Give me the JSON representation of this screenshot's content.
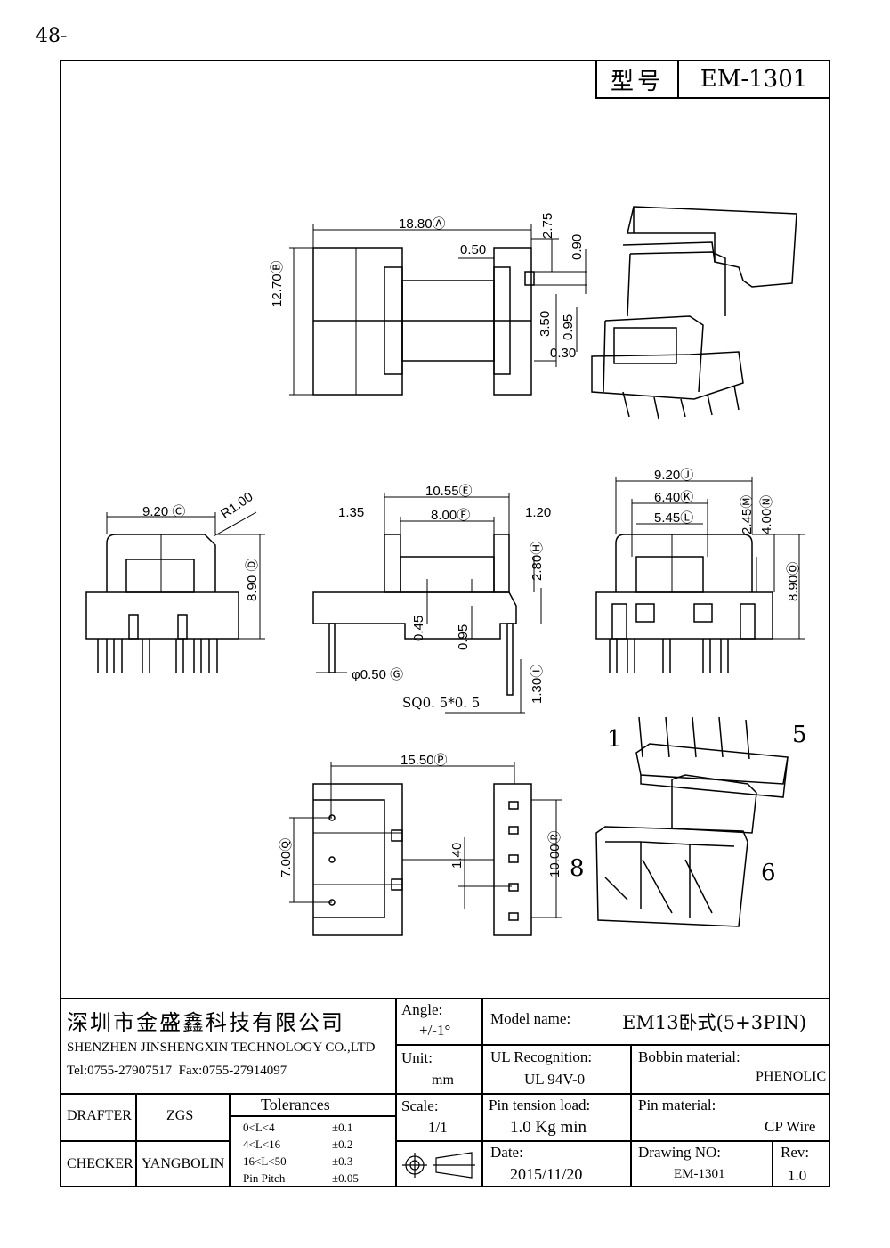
{
  "page_number": "48-",
  "header": {
    "model_label": "型号",
    "model_value": "EM-1301"
  },
  "dims": {
    "a": "18.80",
    "a_mark": "A",
    "b": "12.70",
    "b_mark": "B",
    "d050": "0.50",
    "d275": "2.75",
    "d090": "0.90",
    "d350": "3.50",
    "d095": "0.95",
    "d030": "0.30",
    "c": "9.20",
    "c_mark": "C",
    "r": "R1.00",
    "d": "8.90",
    "d_mark": "D",
    "e": "10.55",
    "e_mark": "E",
    "f": "8.00",
    "f_mark": "F",
    "d135": "1.35",
    "d120": "1.20",
    "h": "2.80",
    "h_mark": "H",
    "d045": "0.45",
    "d095b": "0.95",
    "g": "φ0.50",
    "g_mark": "G",
    "i": "1.30",
    "i_mark": "I",
    "sq": "SQ0. 5*0. 5",
    "j": "9.20",
    "j_mark": "J",
    "k": "6.40",
    "k_mark": "K",
    "l": "5.45",
    "l_mark": "L",
    "m": "2.45",
    "m_mark": "M",
    "n": "4.00",
    "n_mark": "N",
    "o": "8.90",
    "o_mark": "O",
    "p": "15.50",
    "p_mark": "P",
    "q": "7.00",
    "q_mark": "Q",
    "rr": "10.00",
    "r_mark": "R",
    "d140": "1.40"
  },
  "pins": {
    "p1": "1",
    "p5": "5",
    "p6": "6",
    "p8": "8"
  },
  "title_block": {
    "company_cn": "深圳市金盛鑫科技有限公司",
    "company_en": "SHENZHEN JINSHENGXIN TECHNOLOGY CO.,LTD",
    "tel_fax": "Tel:0755-27907517  Fax:0755-27914097",
    "angle_label": "Angle:",
    "angle_value": "+/-1°",
    "unit_label": "Unit:",
    "unit_value": "mm",
    "scale_label": "Scale:",
    "scale_value": "1/1",
    "model_name_label": "Model name:",
    "model_name_value": "EM13卧式(5+3PIN)",
    "ul_label": "UL Recognition:",
    "ul_value": "UL 94V-0",
    "bobbin_label": "Bobbin material:",
    "bobbin_value": "PHENOLIC",
    "pin_tension_label": "Pin tension load:",
    "pin_tension_value": "1.0 Kg min",
    "pin_material_label": "Pin material:",
    "pin_material_value": "CP Wire",
    "date_label": "Date:",
    "date_value": "2015/11/20",
    "drawing_no_label": "Drawing NO:",
    "drawing_no_value": "EM-1301",
    "rev_label": "Rev:",
    "rev_value": "1.0",
    "drafter_label": "DRAFTER",
    "drafter_value": "ZGS",
    "checker_label": "CHECKER",
    "checker_value": "YANGBOLIN",
    "tolerances_title": "Tolerances",
    "tolerances": [
      {
        "range": "0<L<4",
        "value": "±0.1"
      },
      {
        "range": "4<L<16",
        "value": "±0.2"
      },
      {
        "range": "16<L<50",
        "value": "±0.3"
      },
      {
        "range": "Pin Pitch",
        "value": "±0.05"
      }
    ]
  }
}
